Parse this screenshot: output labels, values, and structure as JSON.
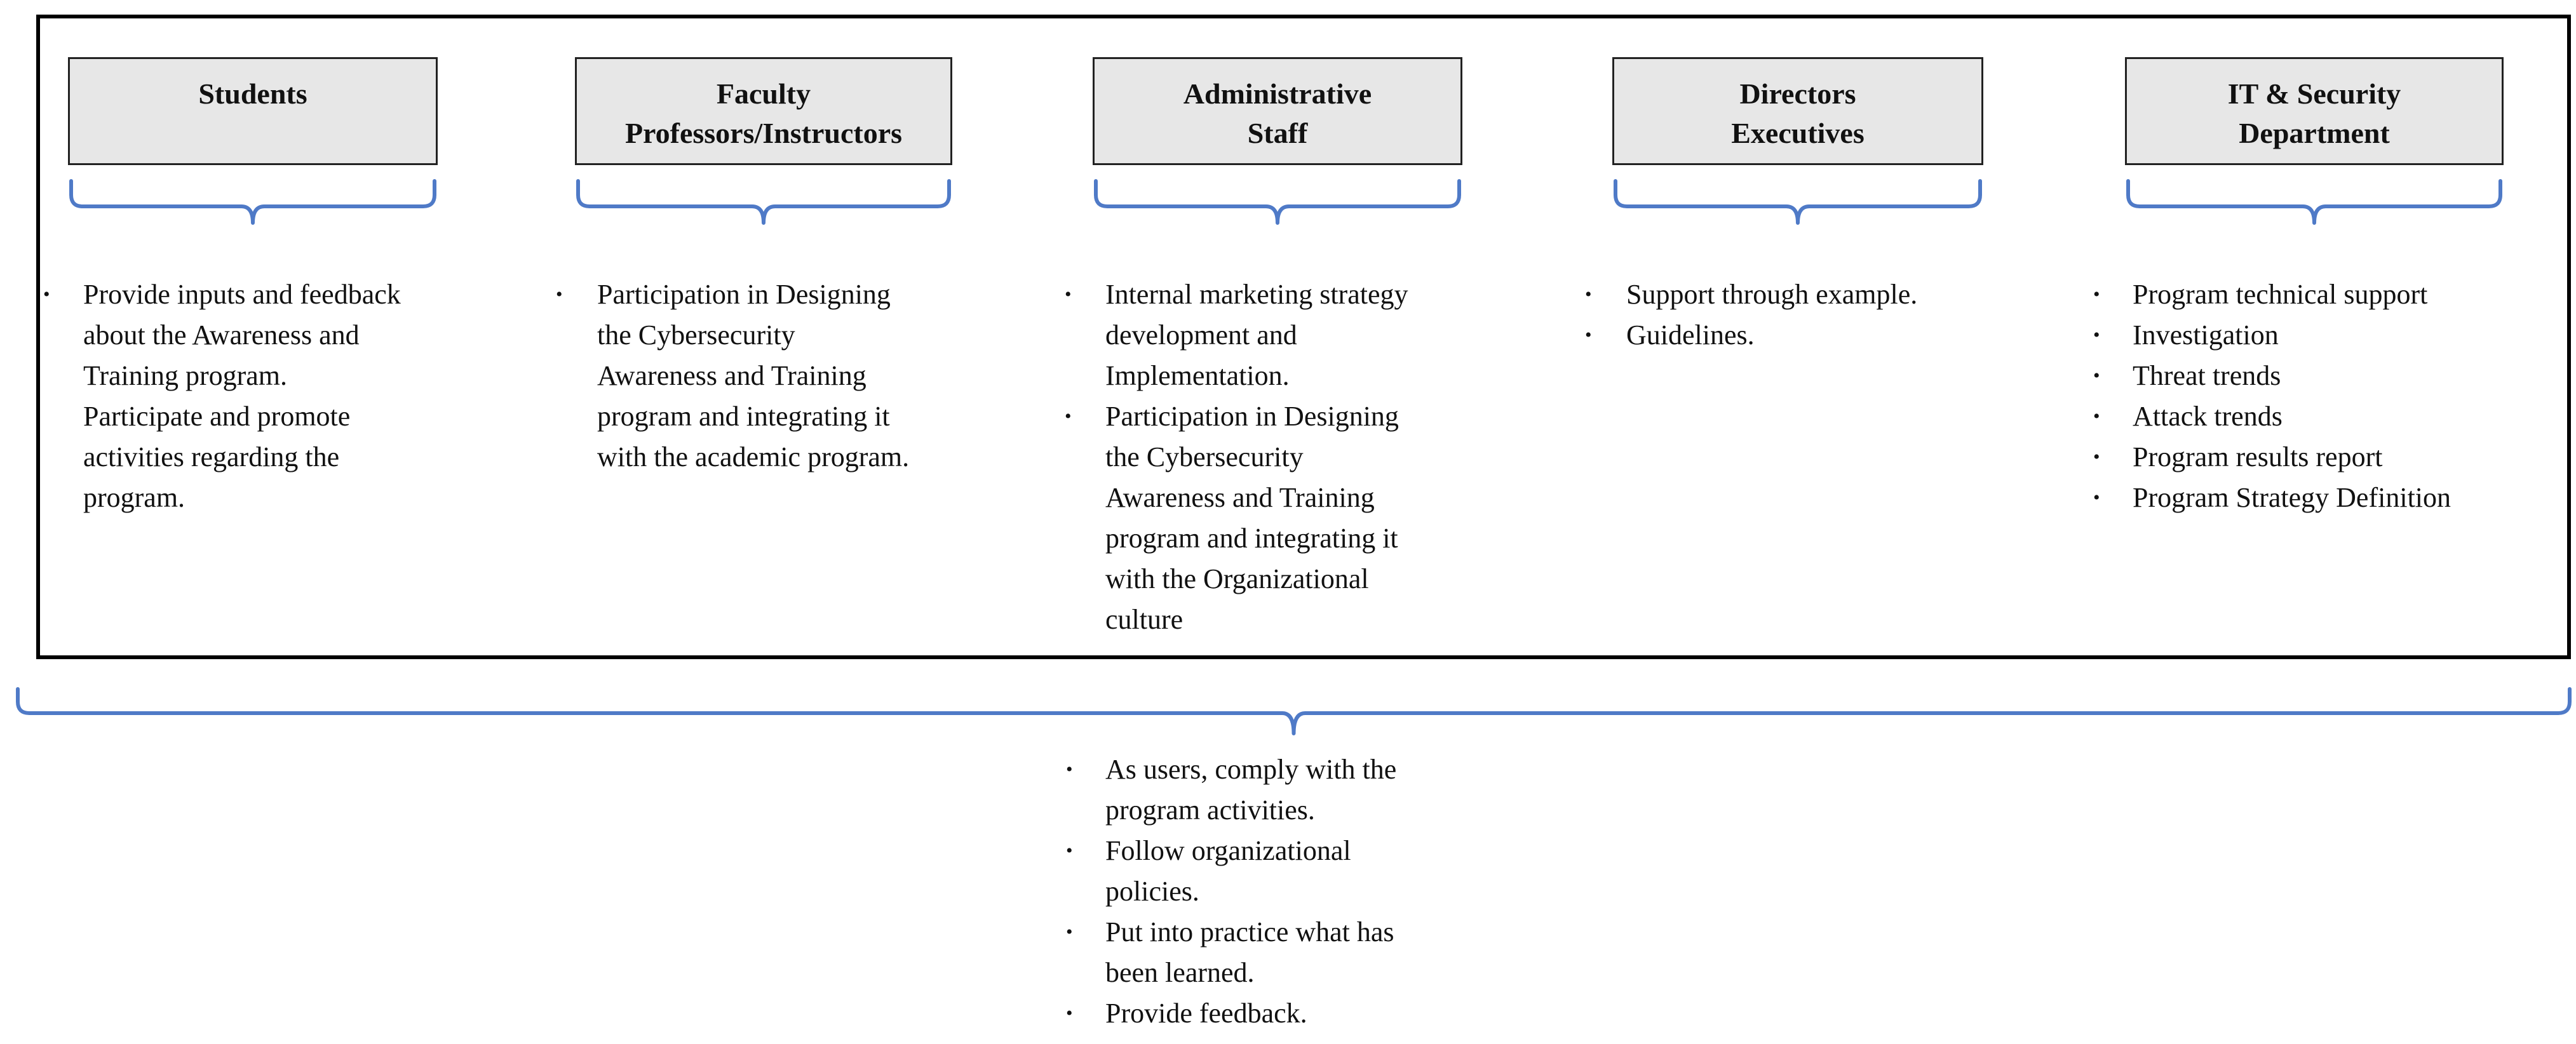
{
  "roles": [
    {
      "title_lines": [
        "Students"
      ],
      "bullets": [
        {
          "lines": [
            "Provide inputs and feedback",
            "about the Awareness and",
            "Training program."
          ]
        },
        {
          "lines": [
            "Participate and promote",
            "activities regarding the",
            "program."
          ],
          "no_bullet": true
        }
      ]
    },
    {
      "title_lines": [
        "Faculty",
        "Professors/Instructors"
      ],
      "bullets": [
        {
          "lines": [
            "Participation in Designing",
            "the Cybersecurity",
            "Awareness and Training",
            "program and integrating it",
            "with the academic program."
          ]
        }
      ]
    },
    {
      "title_lines": [
        "Administrative",
        "Staff"
      ],
      "bullets": [
        {
          "lines": [
            "Internal marketing strategy",
            "development and",
            "Implementation."
          ]
        },
        {
          "lines": [
            "Participation in Designing",
            "the Cybersecurity",
            "Awareness and Training",
            "program and integrating it",
            "with the Organizational",
            "culture"
          ]
        }
      ]
    },
    {
      "title_lines": [
        "Directors",
        "Executives"
      ],
      "bullets": [
        {
          "lines": [
            "Support through example."
          ]
        },
        {
          "lines": [
            "Guidelines."
          ]
        }
      ]
    },
    {
      "title_lines": [
        "IT & Security",
        "Department"
      ],
      "bullets": [
        {
          "lines": [
            "Program technical support"
          ]
        },
        {
          "lines": [
            "Investigation"
          ]
        },
        {
          "lines": [
            "Threat trends"
          ]
        },
        {
          "lines": [
            "Attack trends"
          ]
        },
        {
          "lines": [
            "Program results report"
          ]
        },
        {
          "lines": [
            "Program Strategy Definition"
          ]
        }
      ]
    }
  ],
  "all_users": {
    "bullets": [
      {
        "lines": [
          "As users, comply with the",
          "program activities."
        ]
      },
      {
        "lines": [
          "Follow organizational",
          "policies."
        ]
      },
      {
        "lines": [
          "Put into practice what has",
          "been learned."
        ]
      },
      {
        "lines": [
          "Provide feedback."
        ]
      }
    ]
  },
  "bullet_glyph": "•",
  "colors": {
    "brace": "#4f7ac7",
    "box_fill": "#e7e7e7",
    "frame": "#000000"
  }
}
